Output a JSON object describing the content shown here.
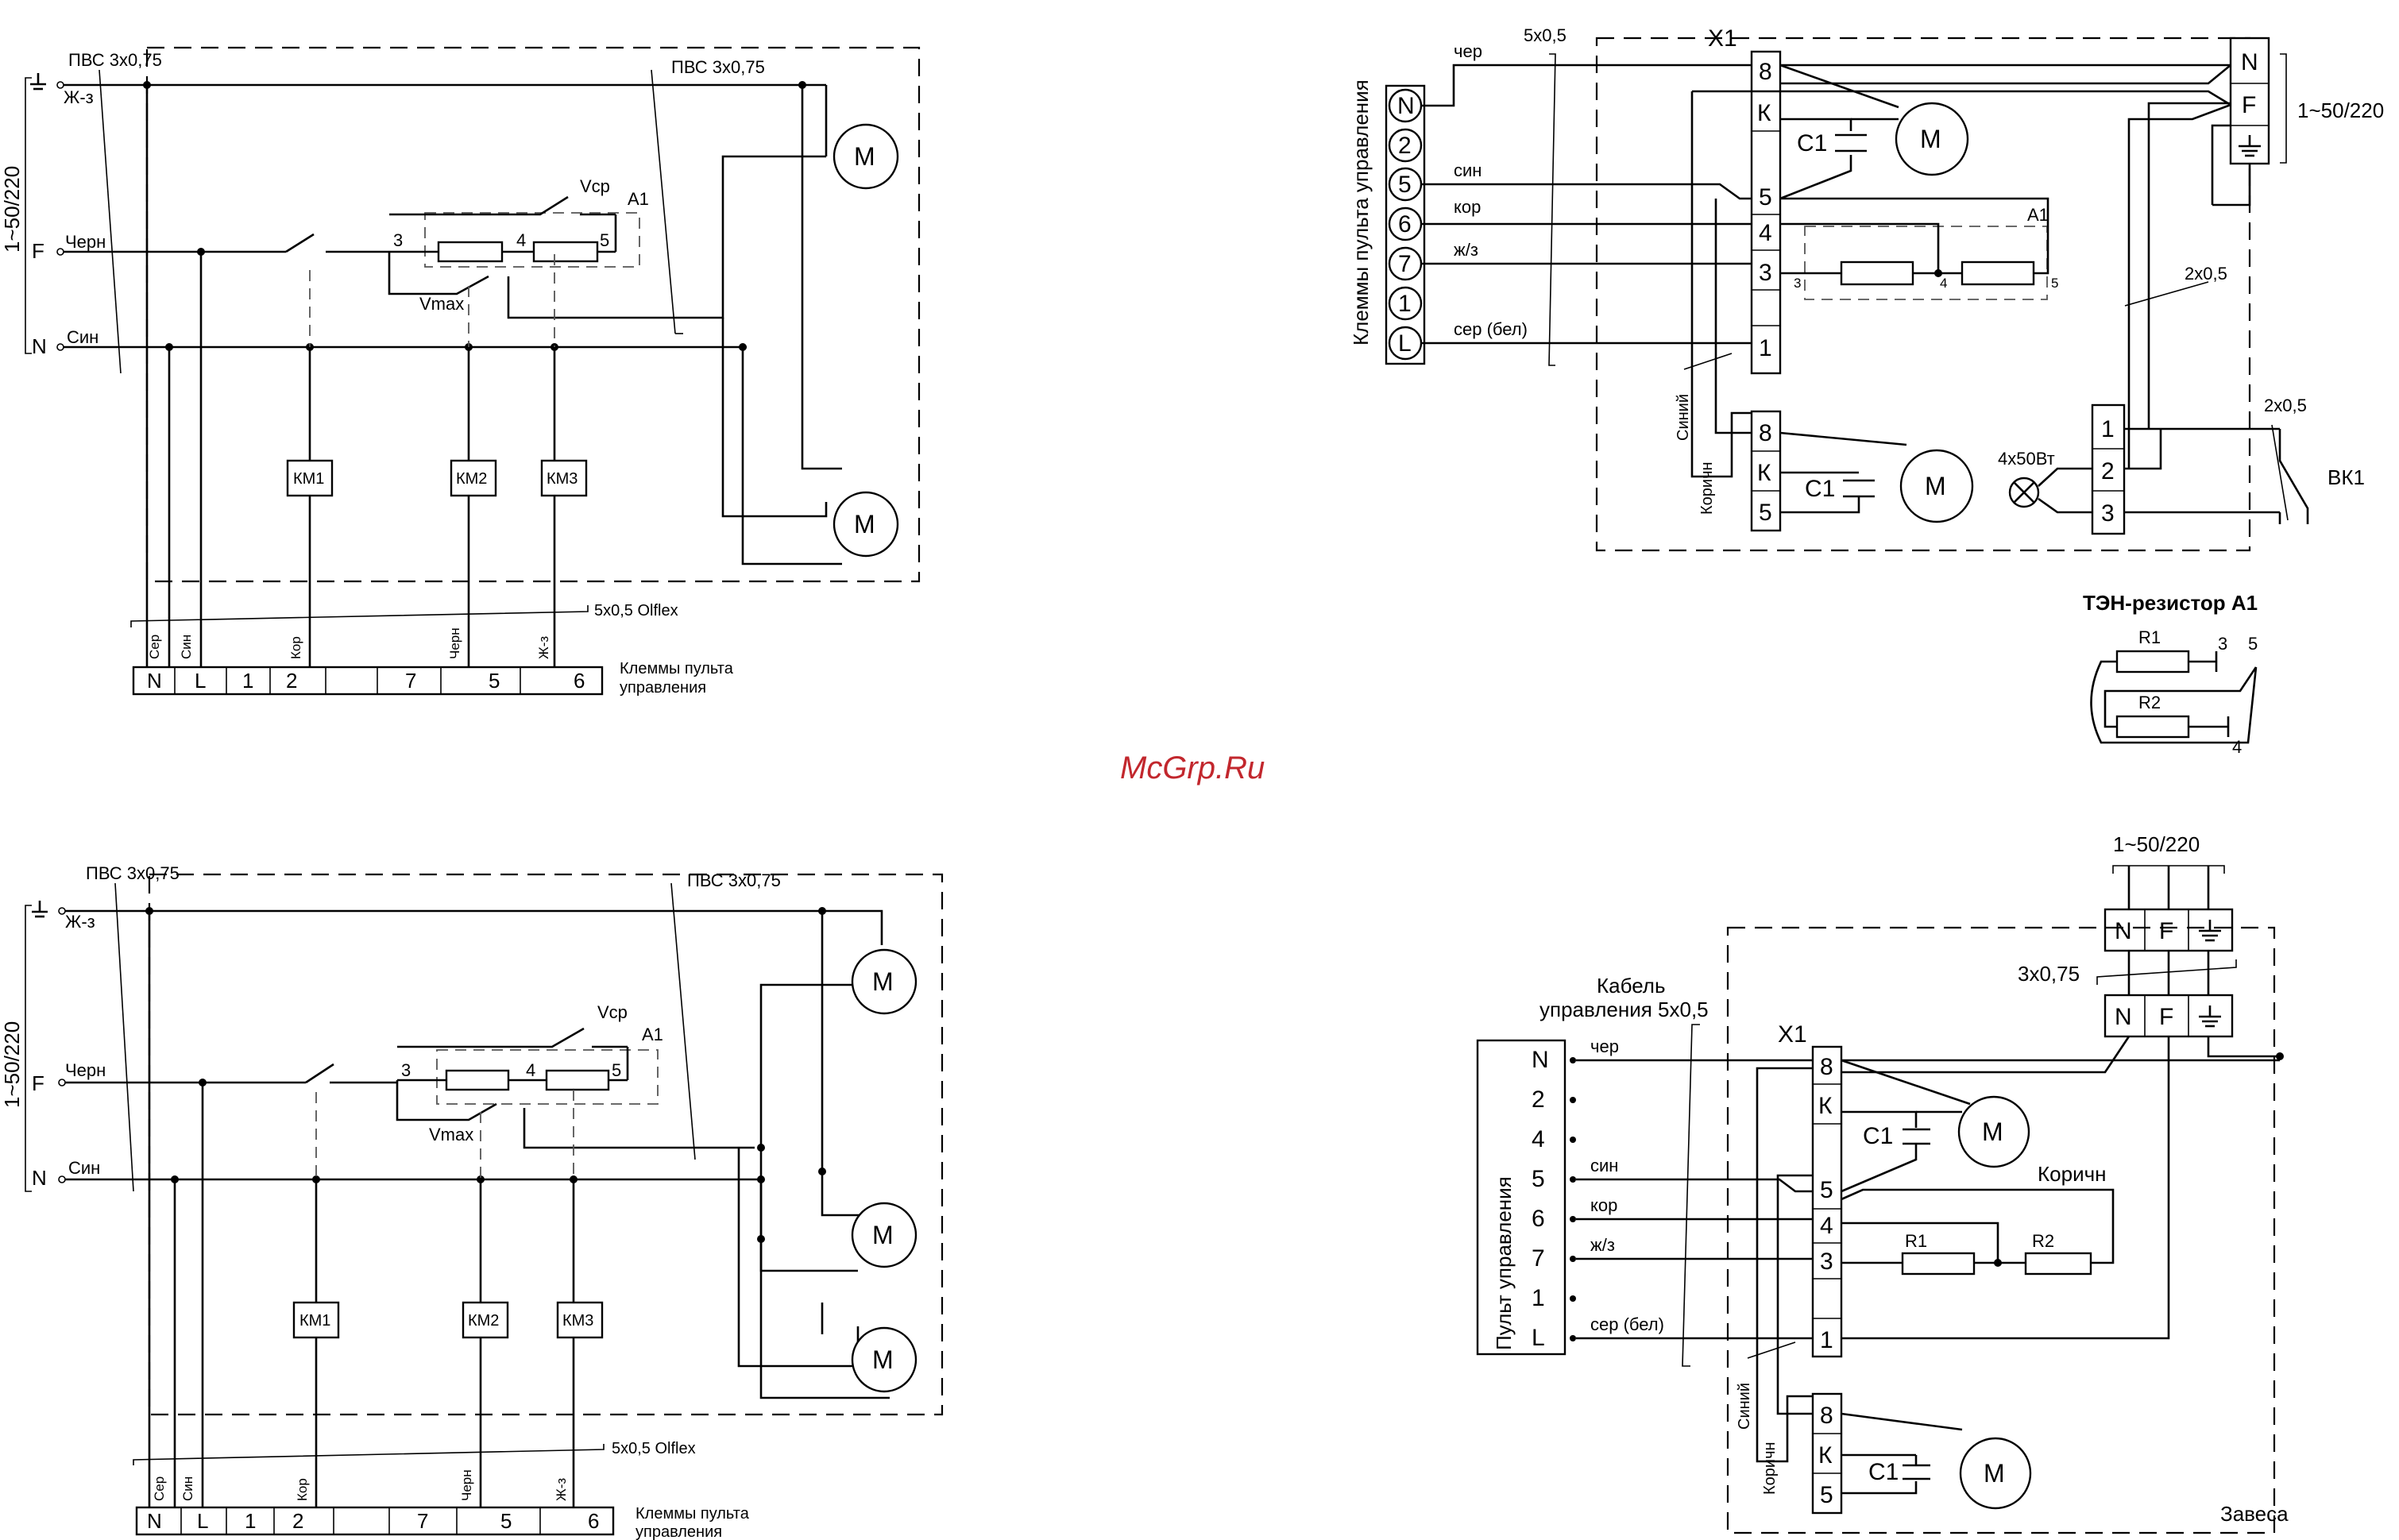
{
  "watermark": "McGrp.Ru",
  "top_left": {
    "cable_in": "ПВС 3х0,75",
    "cable_motor": "ПВС 3х0,75",
    "supply": "1~50/220",
    "wire_pe": "Ж-з",
    "wire_f": "Черн",
    "wire_n": "Син",
    "line_f": "F",
    "line_n": "N",
    "vcp": "Vср",
    "vmax": "Vmax",
    "a1": "A1",
    "pin3": "3",
    "pin4": "4",
    "pin5": "5",
    "relays": [
      "КМ1",
      "КМ2",
      "КМ3"
    ],
    "motor": "M",
    "control_cable": "5х0,5  Olflex",
    "terminals": [
      "N",
      "L",
      "1",
      "2",
      "7",
      "5",
      "6"
    ],
    "wire_labels": [
      "Сер",
      "Син",
      "Кор",
      "Черн",
      "Ж-з"
    ],
    "terminals_caption_1": "Клеммы пульта",
    "terminals_caption_2": "управления"
  },
  "bottom_left": {
    "cable_in": "ПВС 3х0,75",
    "cable_motor": "ПВС 3х0,75",
    "supply": "1~50/220",
    "wire_pe": "Ж-з",
    "wire_f": "Черн",
    "wire_n": "Син",
    "line_f": "F",
    "line_n": "N",
    "vcp": "Vср",
    "vmax": "Vmax",
    "a1": "A1",
    "pin3": "3",
    "pin4": "4",
    "pin5": "5",
    "relays": [
      "КМ1",
      "КМ2",
      "КМ3"
    ],
    "motor": "M",
    "control_cable": "5х0,5  Olflex",
    "terminals": [
      "N",
      "L",
      "1",
      "2",
      "7",
      "5",
      "6"
    ],
    "wire_labels": [
      "Сер",
      "Син",
      "Кор",
      "Черн",
      "Ж-з"
    ],
    "terminals_caption_1": "Клеммы пульта",
    "terminals_caption_2": "управления"
  },
  "top_right": {
    "vertical_caption": "Клеммы пульта управления",
    "panel_terminals": [
      "N",
      "2",
      "5",
      "6",
      "7",
      "1",
      "L"
    ],
    "wires": [
      "чер",
      "син",
      "кор",
      "ж/з",
      "сер (бел)"
    ],
    "cable": "5х0,5",
    "x1": "X1",
    "x1_terminals": [
      "8",
      "К",
      "5",
      "4",
      "3",
      "1"
    ],
    "c1": "C1",
    "motor": "M",
    "a1": "A1",
    "a1_pins": [
      "3",
      "4",
      "5"
    ],
    "supply_terminals": [
      "N",
      "F"
    ],
    "supply": "1~50/220",
    "cable2": "2х0,5",
    "cable3": "2х0,5",
    "lamp": "4х50Вт",
    "switch": "ВК1",
    "lamp_terminals": [
      "1",
      "2",
      "3"
    ],
    "motor2_terminals": [
      "8",
      "К",
      "5"
    ],
    "wire_blue": "Синий",
    "wire_brown": "Коричн"
  },
  "ten_resistor": {
    "title": "ТЭН-резистор А1",
    "r1": "R1",
    "r2": "R2",
    "pin3": "3",
    "pin4": "4",
    "pin5": "5"
  },
  "bottom_right": {
    "supply": "1~50/220",
    "cable": "3х0,75",
    "supply_terminals": [
      "N",
      "F"
    ],
    "cable_title_1": "Кабель",
    "cable_title_2": "управления 5х0,5",
    "x1": "X1",
    "panel_caption": "Пульт управления",
    "panel_terminals": [
      "N",
      "2",
      "4",
      "5",
      "6",
      "7",
      "1",
      "L"
    ],
    "wires": [
      "чер",
      "син",
      "кор",
      "ж/з",
      "сер (бел)"
    ],
    "x1_terminals": [
      "8",
      "К",
      "5",
      "4",
      "3",
      "1"
    ],
    "motor2_terminals": [
      "8",
      "К",
      "5"
    ],
    "c1": "C1",
    "motor": "M",
    "brown": "Коричн",
    "r1": "R1",
    "r2": "R2",
    "wire_blue": "Синий",
    "wire_brown": "Коричн",
    "unit": "Завеса"
  }
}
